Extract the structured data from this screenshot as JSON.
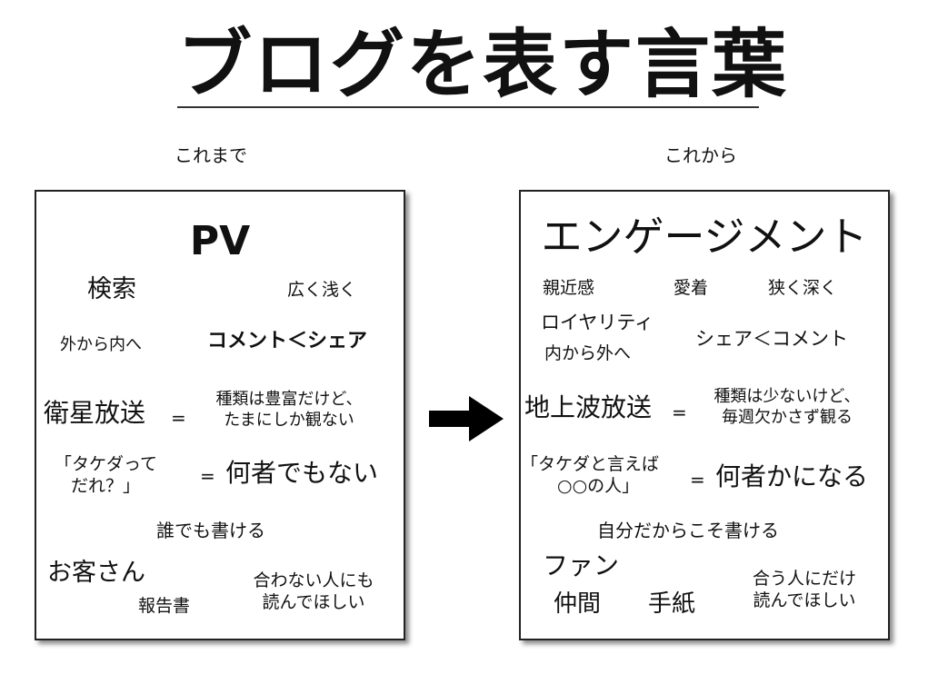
{
  "title": "ブログを表す言葉",
  "columns": {
    "left_label": "これまで",
    "right_label": "これから"
  },
  "before": {
    "pv": "PV",
    "search": "検索",
    "wide_shallow": "広く浅く",
    "outside_in": "外から内へ",
    "comment_share": "コメント＜シェア",
    "broadcast": "衛星放送",
    "eq1": "=",
    "broadcast_desc_1": "種類は豊富だけど、",
    "broadcast_desc_2": "たまにしか観ない",
    "quote_1": "「タケダって",
    "quote_2": "だれ？」",
    "eq2": "=",
    "nobody": "何者でもない",
    "anyone_can_write": "誰でも書ける",
    "customers": "お客さん",
    "report": "報告書",
    "want_read_1": "合わない人にも",
    "want_read_2": "読んでほしい"
  },
  "after": {
    "engagement": "エンゲージメント",
    "familiarity": "親近感",
    "attachment": "愛着",
    "narrow_deep": "狭く深く",
    "loyalty": "ロイヤリティ",
    "inside_out": "内から外へ",
    "share_comment": "シェア＜コメント",
    "terrestrial": "地上波放送",
    "eq1": "=",
    "terrestrial_desc_1": "種類は少ないけど、",
    "terrestrial_desc_2": "毎週欠かさず観る",
    "quote_1": "「タケダと言えば",
    "quote_2": "○○の人」",
    "eq2": "=",
    "somebody": "何者かになる",
    "only_i_write": "自分だからこそ書ける",
    "fans": "ファン",
    "friends": "仲間",
    "letter": "手紙",
    "want_read_1": "合う人にだけ",
    "want_read_2": "読んでほしい"
  },
  "colors": {
    "text": "#111111",
    "border": "#222222",
    "arrow": "#000000"
  }
}
